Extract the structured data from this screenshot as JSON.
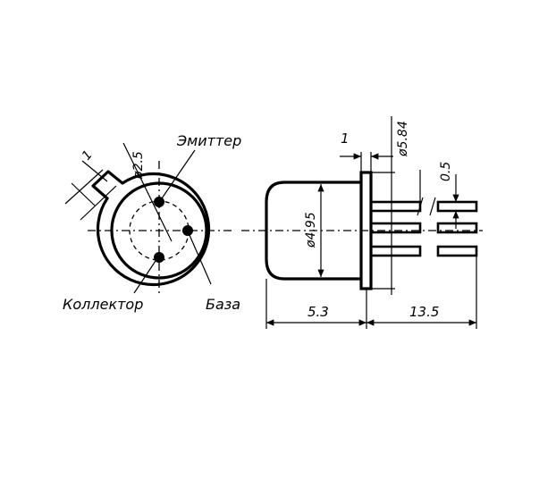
{
  "labels": {
    "emitter": "Эмиттер",
    "collector": "Коллектор",
    "base": "База"
  },
  "dimensions": {
    "flange_diameter": "ø5.84",
    "body_diameter": "ø4.95",
    "pin_circle_diameter": "ø2.5",
    "flange_thickness": "1",
    "tab_width": "1",
    "pin_diameter": "0.5",
    "body_length": "5.3",
    "lead_length": "13.5"
  }
}
